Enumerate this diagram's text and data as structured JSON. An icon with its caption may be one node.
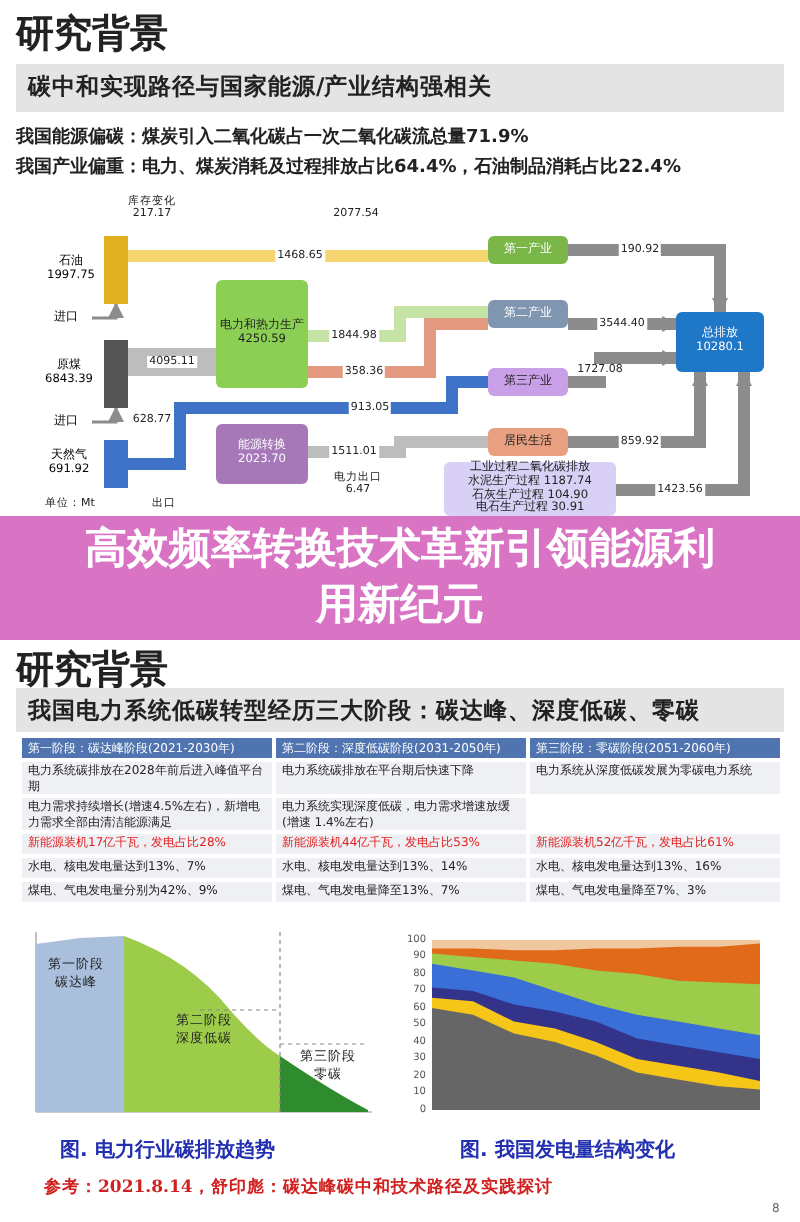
{
  "diagram": {
    "nodes": [
      {
        "text": [
          "石油",
          "1997.75"
        ]
      },
      {
        "text": [
          "进口"
        ]
      },
      {
        "text": [
          "原煤",
          "6843.39"
        ]
      },
      {
        "text": [
          "进口"
        ]
      },
      {
        "text": [
          "天然气",
          "691.92"
        ]
      },
      {
        "text": [
          "电力和热力生产",
          "4250.59"
        ]
      },
      {
        "text": [
          "能源转换",
          "2023.70"
        ]
      },
      {
        "text": [
          "第一产业"
        ]
      },
      {
        "text": [
          "第二产业"
        ]
      },
      {
        "text": [
          "第三产业"
        ]
      },
      {
        "text": [
          "居民生活"
        ]
      },
      {
        "text": [
          "总排放",
          "10280.1"
        ]
      },
      {
        "text": [
          "工业过程二氧化碳排放",
          "水泥生产过程 1187.74",
          "石灰生产过程 104.90",
          "电石生产过程 30.91"
        ]
      }
    ],
    "edges": [
      {
        "from": 1,
        "to": 0,
        "arrow": "to"
      },
      {
        "from": 3,
        "to": 2,
        "arrow": "to"
      },
      {
        "from": 2,
        "to": 5,
        "arrow": "none",
        "label": "4095.11",
        "color": "#bdbdbd",
        "style": "thick"
      },
      {
        "from": 0,
        "to": 7,
        "arrow": "none",
        "label": "1468.65",
        "color": "#f5d66e"
      },
      {
        "from": 5,
        "to": 8,
        "arrow": "none",
        "label": "1844.98",
        "color": "#c4e3a4"
      },
      {
        "from": 5,
        "to": 8,
        "arrow": "none",
        "label": "358.36",
        "color": "#e49a80"
      },
      {
        "from": 6,
        "to": 10,
        "arrow": "none",
        "label": "1511.01",
        "color": "#bdbdbd"
      },
      {
        "from": 4,
        "to": 9,
        "arrow": "none",
        "label": "913.05",
        "color": "#3f73c8"
      },
      {
        "from": 7,
        "to": 11,
        "arrow": "to",
        "label": "190.92"
      },
      {
        "from": 8,
        "to": 11,
        "arrow": "to",
        "label": "3544.40"
      },
      {
        "from": 9,
        "to": 11,
        "arrow": "to",
        "label": "1727.08"
      },
      {
        "from": 10,
        "to": 11,
        "arrow": "to",
        "label": "859.92"
      },
      {
        "from": 12,
        "to": 11,
        "arrow": "to",
        "label": "1423.56"
      }
    ],
    "labels": [
      "研究背景",
      "碳中和实现路径与国家能源/产业结构强相关",
      "我国**能源偏碳**：煤炭引入二氧化碳占一次二氧化碳流总量**71.9%**",
      "我国**产业偏重**：电力、煤炭消耗及过程排放占比**64.4%**，石油制品消耗占比**22.4%**",
      "库存变化 217.17",
      "2077.54",
      "628.77",
      "电力出口 6.47",
      "单位：Mt",
      "出口",
      "高效频率转换技术革新引领能源利用新纪元",
      "研究背景",
      "我国电力系统低碳转型经历三大阶段：碳达峰、深度低碳、零碳",
      "第一阶段：碳达峰阶段(2021-2030年)",
      "第二阶段：深度低碳阶段(2031-2050年)",
      "第三阶段：零碳阶段(2051-2060年)",
      "电力系统碳排放在2028年前后进入峰值平台期",
      "电力系统碳排放在平台期后快速下降",
      "电力系统从深度低碳发展为零碳电力系统",
      "电力需求持续增长(增速4.5%左右)，新增电力需求全部由清洁能源满足",
      "电力系统实现深度低碳，电力需求增速放缓(增速 1.4%左右)",
      "新能源装机17亿千瓦，发电占比28%",
      "新能源装机44亿千瓦，发电占比53%",
      "新能源装机52亿千瓦，发电占比61%",
      "水电、核电发电量达到13%、7%",
      "水电、核电发电量达到13%、14%",
      "水电、核电发电量达到13%、16%",
      "煤电、气电发电量分别为42%、9%",
      "煤电、气电发电量降至13%、7%",
      "煤电、气电发电量降至7%、3%",
      "第一阶段",
      "碳达峰",
      "第二阶段",
      "深度低碳",
      "第三阶段",
      "零碳",
      "100",
      "90",
      "80",
      "70",
      "60",
      "50",
      "40",
      "30",
      "20",
      "10",
      "0",
      "图. 电力行业碳排放趋势",
      "图. 我国发电量结构变化",
      "参考：2021.8.14，舒印彪：碳达峰碳中和技术路径及实践探讨",
      "8"
    ]
  }
}
